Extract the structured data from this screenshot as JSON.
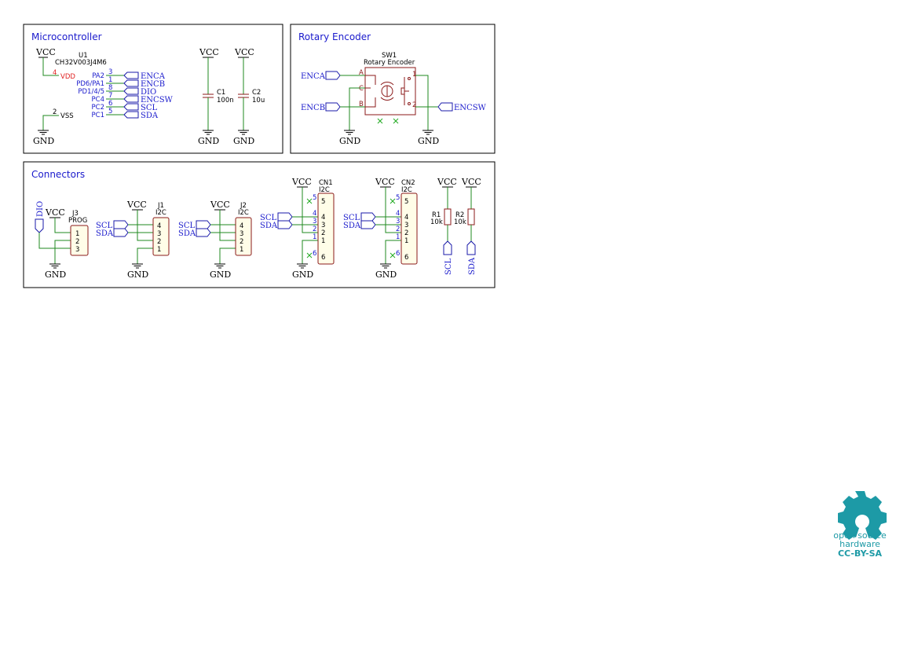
{
  "sections": {
    "microcontroller": "Microcontroller",
    "encoder": "Rotary Encoder",
    "connectors": "Connectors"
  },
  "power": {
    "vcc": "VCC",
    "gnd": "GND"
  },
  "u1": {
    "ref": "U1",
    "value": "CH32V003J4M6",
    "vdd": "VDD",
    "vss": "VSS",
    "pin_vdd": "4",
    "pin_vss": "2",
    "pins": [
      {
        "num": "3",
        "name": "PA2",
        "net": "ENCA"
      },
      {
        "num": "1",
        "name": "PD6/PA1",
        "net": "ENCB"
      },
      {
        "num": "8",
        "name": "PD1/4/5",
        "net": "DIO"
      },
      {
        "num": "7",
        "name": "PC4",
        "net": "ENCSW"
      },
      {
        "num": "6",
        "name": "PC2",
        "net": "SCL"
      },
      {
        "num": "5",
        "name": "PC1",
        "net": "SDA"
      }
    ]
  },
  "c1": {
    "ref": "C1",
    "value": "100n"
  },
  "c2": {
    "ref": "C2",
    "value": "10u"
  },
  "sw1": {
    "ref": "SW1",
    "value": "Rotary Encoder",
    "pins": {
      "a": "A",
      "b": "B",
      "c": "C",
      "p1": "1",
      "p2": "2"
    },
    "nets": {
      "a": "ENCA",
      "b": "ENCB",
      "sw": "ENCSW"
    }
  },
  "j3": {
    "ref": "J3",
    "value": "PROG",
    "net": "DIO",
    "pins": [
      "1",
      "2",
      "3"
    ]
  },
  "j1": {
    "ref": "J1",
    "value": "I2C",
    "pins": [
      "4",
      "3",
      "2",
      "1"
    ],
    "nets": [
      "SCL",
      "SDA"
    ]
  },
  "j2": {
    "ref": "J2",
    "value": "I2C",
    "pins": [
      "4",
      "3",
      "2",
      "1"
    ],
    "nets": [
      "SCL",
      "SDA"
    ]
  },
  "cn1": {
    "ref": "CN1",
    "value": "I2C",
    "pins": [
      "5",
      "4",
      "3",
      "2",
      "1",
      "6"
    ],
    "nets": [
      "SCL",
      "SDA"
    ]
  },
  "cn2": {
    "ref": "CN2",
    "value": "I2C",
    "pins": [
      "5",
      "4",
      "3",
      "2",
      "1",
      "6"
    ],
    "nets": [
      "SCL",
      "SDA"
    ]
  },
  "r1": {
    "ref": "R1",
    "value": "10k",
    "net": "SCL"
  },
  "r2": {
    "ref": "R2",
    "value": "10k",
    "net": "SDA"
  },
  "logo": {
    "line1": "open source",
    "line2": "hardware",
    "line3": "CC-BY-SA"
  },
  "colors": {
    "wire": "#1f8a1f",
    "part": "#8b1a1a",
    "net": "#1a1acc",
    "logo": "#1d9aa6"
  }
}
